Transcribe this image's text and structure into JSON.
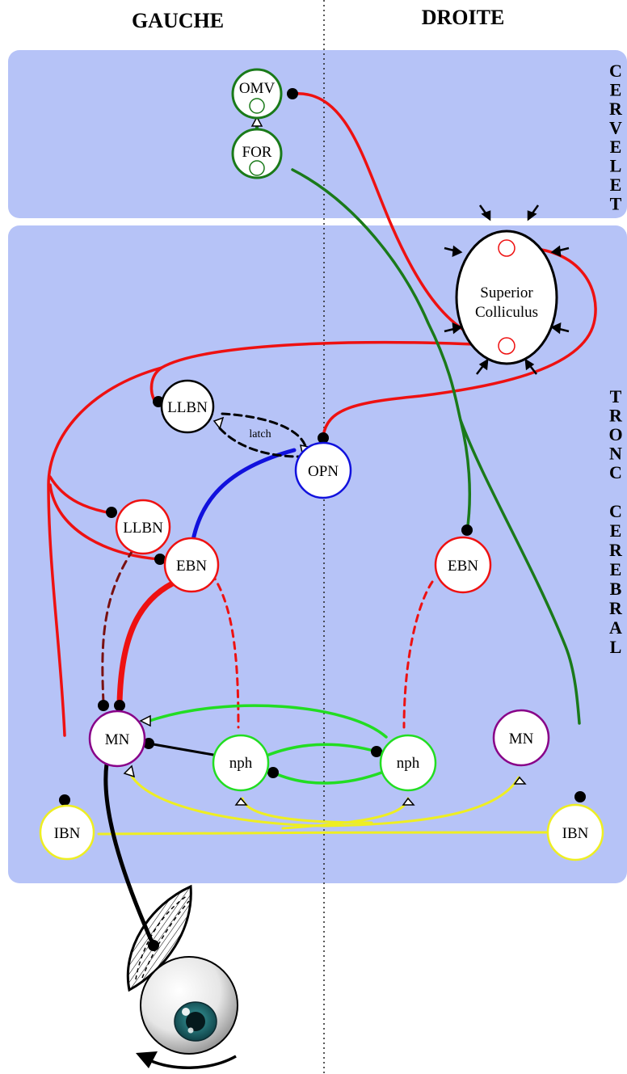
{
  "header": {
    "left": "GAUCHE",
    "right": "DROITE"
  },
  "regions": {
    "cerebellum": {
      "label": "CERVELET"
    },
    "brainstem": {
      "label_top": "TRONC",
      "label_bottom": "CEREBRAL"
    }
  },
  "nodes": {
    "omv": "OMV",
    "for": "FOR",
    "sc": {
      "line1": "Superior",
      "line2": "Colliculus"
    },
    "llbn_top": "LLBN",
    "opn": "OPN",
    "llbn_left": "LLBN",
    "ebn_left": "EBN",
    "ebn_right": "EBN",
    "mn_left": "MN",
    "mn_right": "MN",
    "nph_left": "nph",
    "nph_right": "nph",
    "ibn_left": "IBN",
    "ibn_right": "IBN"
  },
  "annotations": {
    "latch": "latch"
  },
  "colors": {
    "background_panel": "#b6c3f7",
    "red": "#ee1111",
    "dark_red": "#7a1010",
    "green_dark": "#1a7a1a",
    "green_light": "#22dd22",
    "blue": "#1111dd",
    "yellow": "#eeee22",
    "purple": "#880088",
    "black": "#000000"
  },
  "icons": {
    "eye": "eyeball-icon",
    "muscle": "eye-muscle-icon",
    "rotation": "rotation-arrow-icon"
  }
}
